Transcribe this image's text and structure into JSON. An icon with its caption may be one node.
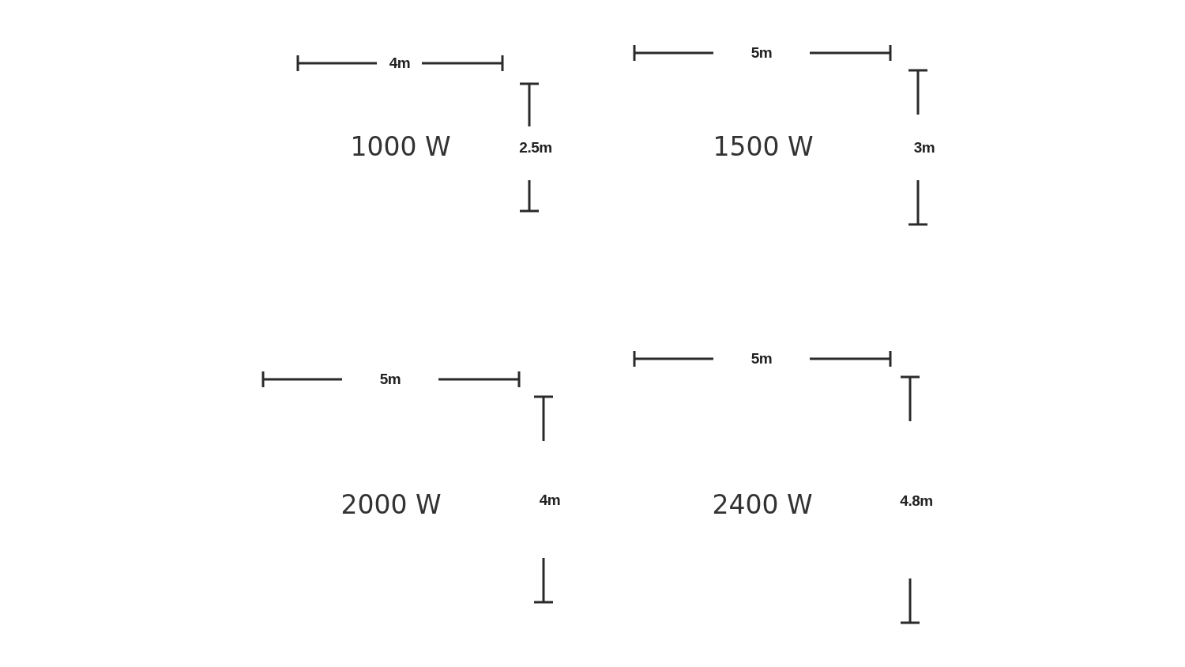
{
  "diagram": {
    "labels": [
      "4m",
      "5m",
      "1000 W",
      "2.5m",
      "1500 W",
      "3m",
      "5m",
      "5m",
      "2000 W",
      "4m",
      "2400 W",
      "4.8m"
    ]
  }
}
